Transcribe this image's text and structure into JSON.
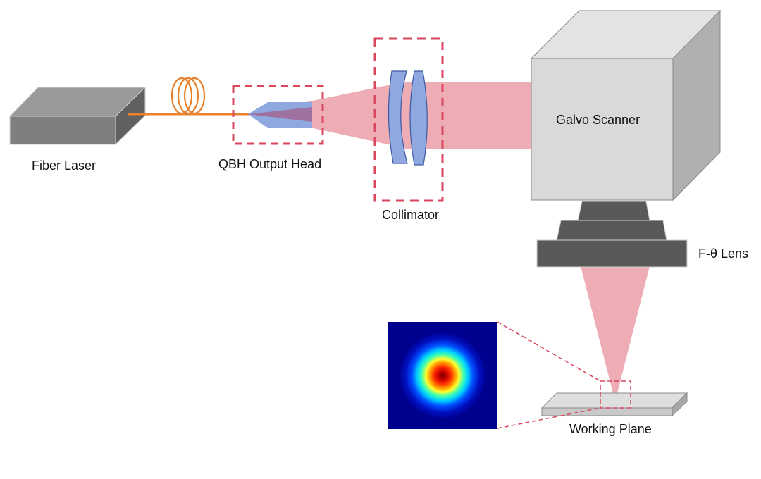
{
  "diagram": {
    "title": "Fiber laser galvo scanning system",
    "labels": {
      "fiber_laser": "Fiber Laser",
      "qbh_output_head": "QBH Output Head",
      "collimator": "Collimator",
      "galvo_scanner": "Galvo Scanner",
      "f_theta_lens": "F-θ Lens",
      "working_plane": "Working Plane"
    },
    "colors": {
      "fiber": "#e8822e",
      "beam": "#eeadb4",
      "beam_core": "#a06a98",
      "lens": "#8fa9e0",
      "lens_edge": "#3b5aa6",
      "highlight_box": "#d9475f",
      "laser_box_front": "#7f7f7f",
      "laser_box_top": "#9a9a9a",
      "laser_box_side": "#606060",
      "scanner_front": "#d9d9d9",
      "scanner_top": "#e3e3e3",
      "scanner_side": "#b0b0b0",
      "lens_body": "#595959",
      "plane_top": "#dedede",
      "plane_front": "#c9c9c9",
      "spot_background": "#00008f"
    },
    "beam_profile": {
      "type": "gaussian-spot",
      "colormap": "jet",
      "description": "Gaussian intensity distribution at focus"
    }
  }
}
